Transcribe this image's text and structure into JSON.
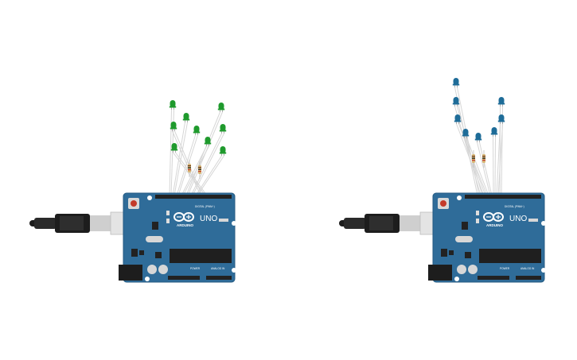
{
  "colors": {
    "board": "#2f6c99",
    "board_edge": "#245a82",
    "led_green": "#1f9a2d",
    "led_blue": "#1e6c98",
    "wire": "#d6d6d6",
    "usb_black": "#1d1d1d",
    "usb_metal": "#d9d9d9",
    "reset_red": "#c33a2a"
  },
  "boards": [
    {
      "model_label": "UNO",
      "brand_label": "ARDUINO",
      "digital_label": "DIGITAL (PWM~)",
      "power_label": "POWER",
      "analog_label": "ANALOG IN",
      "led_color": "green",
      "led_count": 9,
      "resistor_count": 2
    },
    {
      "model_label": "UNO",
      "brand_label": "ARDUINO",
      "digital_label": "DIGITAL (PWM~)",
      "power_label": "POWER",
      "analog_label": "ANALOG IN",
      "led_color": "blue",
      "led_count": 8,
      "resistor_count": 2
    }
  ]
}
